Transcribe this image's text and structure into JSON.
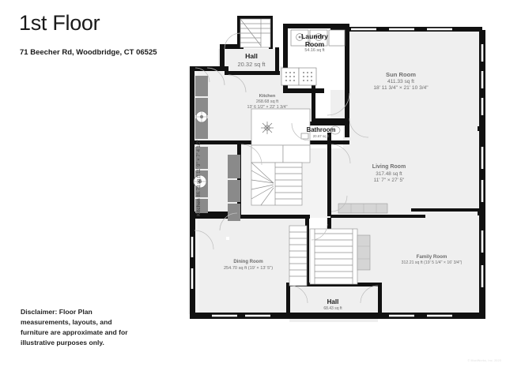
{
  "header": {
    "title": "1st Floor",
    "address": "71 Beecher Rd, Woodbridge, CT 06525"
  },
  "disclaimer": "Disclaimer: Floor Plan measurements, layouts, and furniture are approximate and for illustrative purposes only.",
  "credit": "© MoxiWorks, Inc. 2023",
  "colors": {
    "wall": "#111111",
    "room_fill": "#efefef",
    "room_fill_light": "#f4f4f4",
    "fixture_gray": "#8a8a8a",
    "fixture_light": "#d6d6d6",
    "white": "#ffffff",
    "label_text": "#6e6e6e",
    "label_dark": "#1c1c1c"
  },
  "rooms": [
    {
      "id": "hall-top",
      "name": "Hall",
      "area": "20.32 sq ft",
      "dims": ""
    },
    {
      "id": "laundry-room",
      "name": "Laundry Room",
      "name_line1": "Laundry",
      "name_line2": "Room",
      "area": "54.16 sq ft",
      "dims": ""
    },
    {
      "id": "sun-room",
      "name": "Sun Room",
      "area": "411.33 sq ft",
      "dims": "18' 11 3/4\" × 21' 10 3/4\""
    },
    {
      "id": "kitchen",
      "name": "Kitchen",
      "area": "268.68 sq ft",
      "dims": "13' 6 1/2\" × 22' 1 3/4\""
    },
    {
      "id": "bathroom",
      "name": "Bathroom",
      "area": "20.67 sq ft",
      "dims": ""
    },
    {
      "id": "living-room",
      "name": "Living Room",
      "area": "317.48 sq ft",
      "dims": "11' 7\" × 27' 5\""
    },
    {
      "id": "dining-room",
      "name": "Dining Room",
      "area": "254.70 sq ft (19' × 13' 5\")",
      "dims": ""
    },
    {
      "id": "family-room",
      "name": "Family Room",
      "area": "312.21 sq ft (19' 5 1/4\" × 16' 3/4\")",
      "dims": ""
    },
    {
      "id": "hall-bottom",
      "name": "Hall",
      "area": "68.43 sq ft",
      "dims": ""
    },
    {
      "id": "kitchen-nook",
      "name": "Kitchen",
      "area": "86.73 sq ft",
      "dims": "11' 9\" × 7' 4 1/2\""
    }
  ]
}
